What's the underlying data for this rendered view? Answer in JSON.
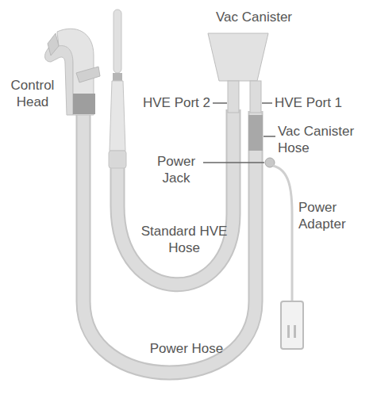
{
  "diagram": {
    "labels": [
      "Vac Canister",
      "Control Head",
      "HVE Port 2",
      "HVE Port 1",
      "Vac Canister Hose",
      "Power Jack",
      "Power Adapter",
      "Standard HVE Hose",
      "Power Hose"
    ]
  }
}
